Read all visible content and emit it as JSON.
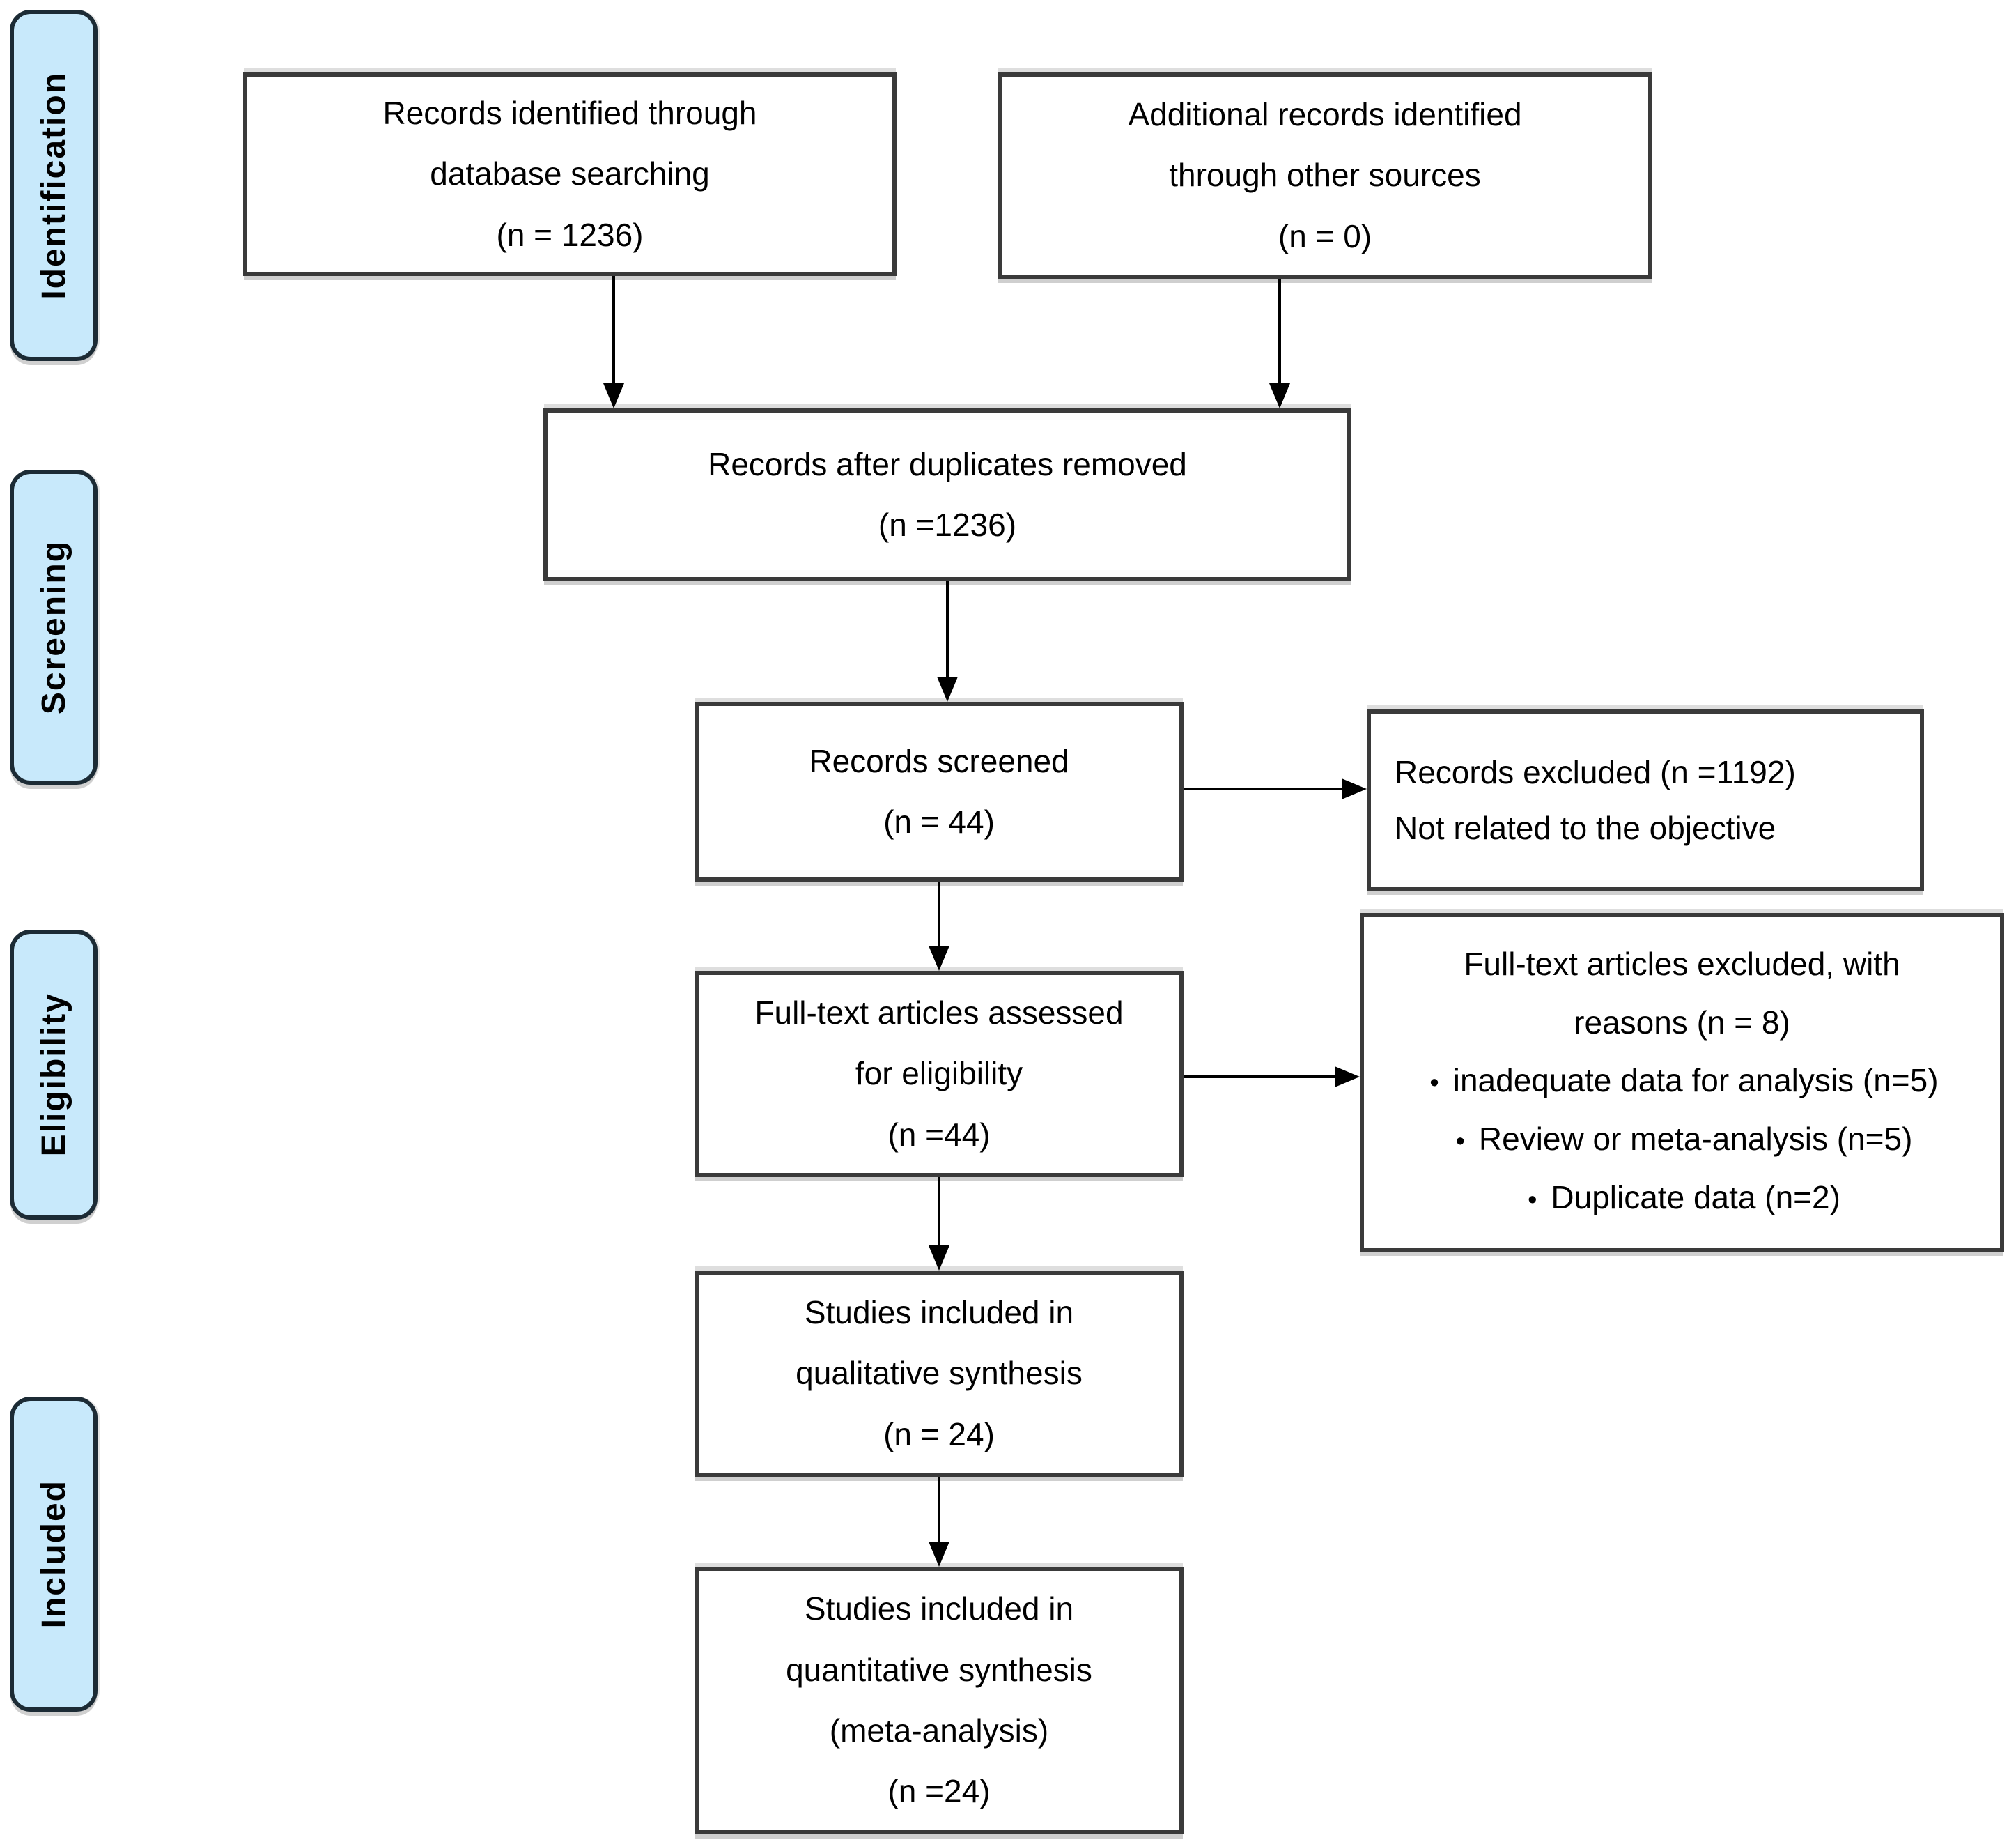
{
  "sidebar": {
    "identification": "Identification",
    "screening": "Screening",
    "eligibility": "Eligibility",
    "included": "Included"
  },
  "boxes": {
    "records_identified": {
      "line1": "Records identified through",
      "line2": "database searching",
      "line3": "(n = 1236)"
    },
    "additional_records": {
      "line1": "Additional records identified",
      "line2": "through other sources",
      "line3": "(n = 0)"
    },
    "duplicates_removed": {
      "line1": "Records after duplicates removed",
      "line2": "(n =1236)"
    },
    "records_screened": {
      "line1": "Records screened",
      "line2": "(n = 44)"
    },
    "records_excluded": {
      "line1": "Records excluded (n =1192)",
      "line2": "Not related to the objective"
    },
    "fulltext_assessed": {
      "line1": "Full-text articles assessed",
      "line2": "for eligibility",
      "line3": "(n =44)"
    },
    "fulltext_excluded": {
      "header1": "Full-text articles excluded, with",
      "header2": "reasons (n = 8)",
      "bullet_glyph": "•",
      "bullet1": "inadequate data for analysis (n=5)",
      "bullet2": "Review or meta-analysis (n=5)",
      "bullet3": "Duplicate data (n=2)"
    },
    "qualitative_synthesis": {
      "line1": "Studies included in",
      "line2": "qualitative synthesis",
      "line3": "(n = 24)"
    },
    "quantitative_synthesis": {
      "line1": "Studies included in",
      "line2": "quantitative synthesis",
      "line3": "(meta-analysis)",
      "line4": "(n =24)"
    }
  },
  "colors": {
    "stage_fill": "#c8e9fb",
    "stage_border": "#1c2b35",
    "box_border": "#3a3a3a",
    "arrow": "#000000",
    "text": "#000000",
    "background": "#ffffff"
  }
}
